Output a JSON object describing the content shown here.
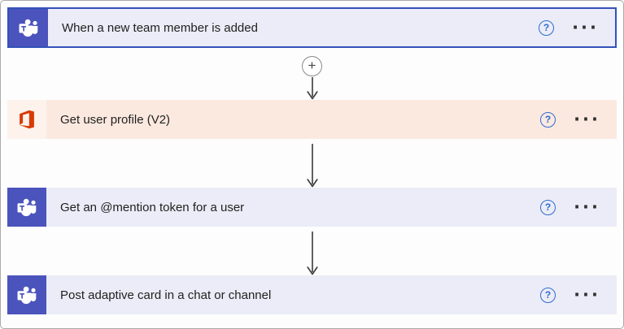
{
  "flow": {
    "steps": [
      {
        "title": "When a new team member is added",
        "connector": "Microsoft Teams",
        "icon": "teams-icon",
        "card_bg": "#ebecf7",
        "icon_bg": "#4b53bc",
        "selected": true
      },
      {
        "title": "Get user profile (V2)",
        "connector": "Office 365 Users",
        "icon": "office-icon",
        "card_bg": "#fbe9e0",
        "icon_bg": "#fdf2ec",
        "selected": false
      },
      {
        "title": "Get an @mention token for a user",
        "connector": "Microsoft Teams",
        "icon": "teams-icon",
        "card_bg": "#ebecf7",
        "icon_bg": "#4b53bc",
        "selected": false
      },
      {
        "title": "Post adaptive card in a chat or channel",
        "connector": "Microsoft Teams",
        "icon": "teams-icon",
        "card_bg": "#ebecf7",
        "icon_bg": "#4b53bc",
        "selected": false
      }
    ],
    "insert_button_glyph": "+",
    "help_icon_glyph": "?",
    "menu_icon_glyph": "···",
    "colors": {
      "selected_border": "#3352b9",
      "teams_brand": "#4b53bc",
      "office_brand": "#d83b01",
      "help_blue": "#2e6bd0",
      "arrow": "#3b3a39"
    }
  }
}
